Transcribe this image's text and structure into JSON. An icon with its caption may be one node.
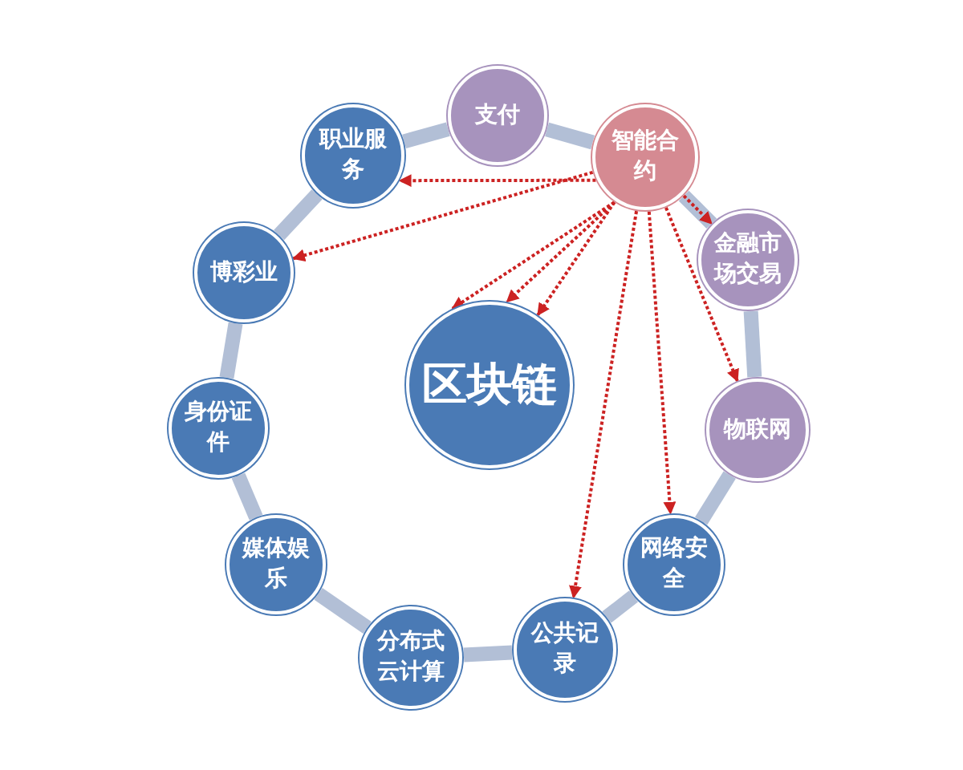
{
  "diagram": {
    "nodes": [
      {
        "text": [
          "区块链"
        ]
      },
      {
        "text": [
          "支付"
        ]
      },
      {
        "text": [
          "智能合约"
        ]
      },
      {
        "text": [
          "金融市场交易"
        ]
      },
      {
        "text": [
          "物联网"
        ]
      },
      {
        "text": [
          "网络安全"
        ]
      },
      {
        "text": [
          "公共记录"
        ]
      },
      {
        "text": [
          "分布式云计算"
        ]
      },
      {
        "text": [
          "媒体娱乐"
        ]
      },
      {
        "text": [
          "身份证件"
        ]
      },
      {
        "text": [
          "博彩业"
        ]
      },
      {
        "text": [
          "职业服务"
        ]
      }
    ],
    "edges": [
      {
        "from": 11,
        "to": 1,
        "arrow": "none"
      },
      {
        "from": 1,
        "to": 2,
        "arrow": "none"
      },
      {
        "from": 2,
        "to": 3,
        "arrow": "none"
      },
      {
        "from": 3,
        "to": 4,
        "arrow": "none"
      },
      {
        "from": 4,
        "to": 5,
        "arrow": "none"
      },
      {
        "from": 5,
        "to": 6,
        "arrow": "none"
      },
      {
        "from": 6,
        "to": 7,
        "arrow": "none"
      },
      {
        "from": 7,
        "to": 8,
        "arrow": "none"
      },
      {
        "from": 8,
        "to": 9,
        "arrow": "none"
      },
      {
        "from": 9,
        "to": 10,
        "arrow": "none"
      },
      {
        "from": 10,
        "to": 11,
        "arrow": "none"
      },
      {
        "from": 2,
        "to": 11,
        "arrow": "to",
        "style": "dashed",
        "color": "#cc2222"
      },
      {
        "from": 2,
        "to": 10,
        "arrow": "to",
        "style": "dashed",
        "color": "#cc2222"
      },
      {
        "from": 2,
        "to": 0,
        "arrow": "to",
        "style": "dashed",
        "color": "#cc2222"
      },
      {
        "from": 2,
        "to": 0,
        "arrow": "to",
        "style": "dashed",
        "color": "#cc2222"
      },
      {
        "from": 2,
        "to": 0,
        "arrow": "to",
        "style": "dashed",
        "color": "#cc2222"
      },
      {
        "from": 2,
        "to": 6,
        "arrow": "to",
        "style": "dashed",
        "color": "#cc2222"
      },
      {
        "from": 2,
        "to": 5,
        "arrow": "to",
        "style": "dashed",
        "color": "#cc2222"
      },
      {
        "from": 2,
        "to": 4,
        "arrow": "to",
        "style": "dashed",
        "color": "#cc2222"
      },
      {
        "from": 2,
        "to": 3,
        "arrow": "to",
        "style": "dashed",
        "color": "#cc2222"
      }
    ]
  }
}
